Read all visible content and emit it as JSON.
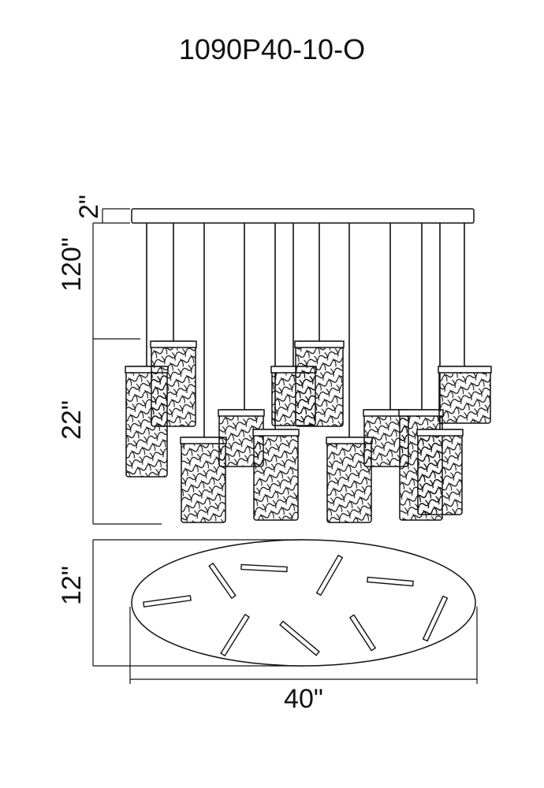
{
  "title": "1090P40-10-O",
  "dimensions": {
    "canopy_height": "2\"",
    "max_drop": "120\"",
    "fixture_height": "22\"",
    "depth": "12\"",
    "width": "40\""
  },
  "colors": {
    "line": "#111111",
    "background": "#ffffff"
  }
}
